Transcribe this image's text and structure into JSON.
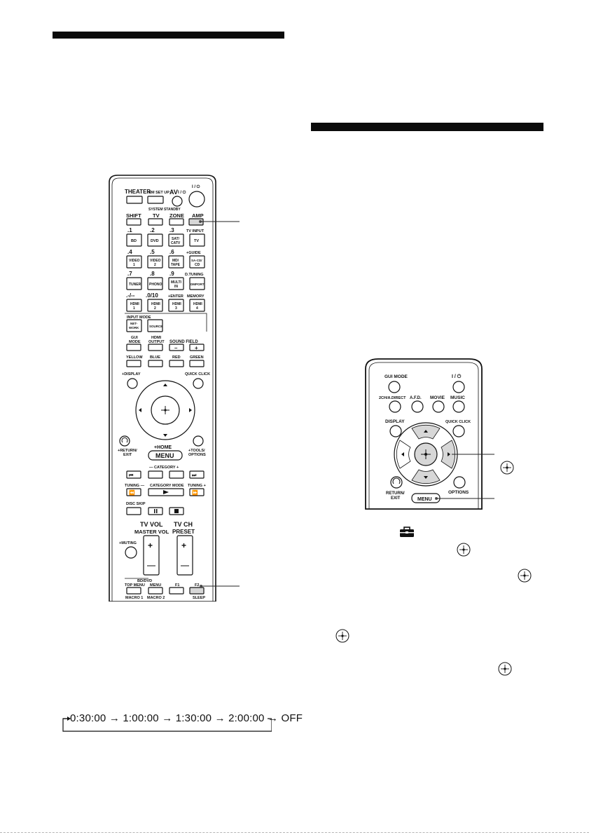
{
  "remote1": {
    "labels": {
      "theater": "THEATER",
      "rm_set_up": "RM SET UP",
      "av": "AV",
      "power_sym": "I / ⏻",
      "power_small": "I / ⏻",
      "system_standby": "SYSTEM STANDBY",
      "shift": "SHIFT",
      "tv": "TV",
      "zone": "ZONE",
      "amp": "AMP",
      "n1": ".1",
      "n2": ".2",
      "n3": ".3",
      "tv_input": "TV INPUT",
      "bd": "BD",
      "dvd": "DVD",
      "sat": "SAT/",
      "catv": "CATV",
      "tv_btn": "TV",
      "n4": ".4",
      "n5": ".5",
      "n6": ".6",
      "guide": "+GUIDE",
      "video": "VIDEO",
      "one": "1",
      "two": "2",
      "md": "MD/",
      "tape": "TAPE",
      "sacd": "SA-CD/",
      "cd": "CD",
      "n7": ".7",
      "n8": ".8",
      "n9": ".9",
      "dtuning": "D.TUNING",
      "tuner": "TUNER",
      "phono": "PHONO",
      "multi": "MULTI",
      "in": "IN",
      "dmport": "DMPORT",
      "dash": ".-/--",
      ".0/10": ".0/10",
      "enter": "+ENTER",
      "memory": "MEMORY",
      "hdmi": "HDMI",
      "three": "3",
      "four": "4",
      "input_mode": "INPUT MODE",
      "net": "NET-",
      "work": "WORK",
      "source": "SOURCE",
      "gui": "GUI",
      "mode": "MODE",
      "hdmi2": "HDMI",
      "output": "OUTPUT",
      "sound_field": "SOUND FIELD",
      "minus": "–",
      "plus": "+",
      "yellow": "YELLOW",
      "blue": "BLUE",
      "red": "RED",
      "green": "GREEN",
      "display": "+DISPLAY",
      "quick_click": "QUICK CLICK",
      "return": "+RETURN/",
      "exit": "EXIT",
      "home": "+HOME",
      "menu": "MENU",
      "tools": "+TOOLS/",
      "options": "OPTIONS",
      "category": "— CATEGORY +",
      "tuning_minus": "TUNING —",
      "category_mode": "CATEGORY MODE",
      "tuning_plus": "TUNING +",
      "disc_skip": "DISC SKIP",
      "tv_vol": "TV VOL",
      "master_vol": "MASTER VOL",
      "tv_ch": "TV CH",
      "preset": "PRESET",
      "muting": "+MUTING",
      "bd_dvd": "BD/DVD",
      "top_menu": "TOP MENU",
      "menu_small": "MENU",
      "f1": "F1",
      "f2": "F2",
      "macro1": "MACRO 1",
      "macro2": "MACRO 2",
      "sleep": "SLEEP"
    }
  },
  "remote2": {
    "labels": {
      "gui_mode": "GUI MODE",
      "power": "I / ⏻",
      "ch_direct": "2CH/A.DIRECT",
      "afd": "A.F.D.",
      "movie": "MOVIE",
      "music": "MUSIC",
      "display": "DISPLAY",
      "quick_click": "QUICK CLICK",
      "return": "RETURN/",
      "exit": "EXIT",
      "options": "OPTIONS",
      "menu": "MENU"
    }
  },
  "sleep_sequence": "0:30:00 → 1:00:00 → 1:30:00 → 2:00:00 → OFF",
  "icons": [
    "enter-icon",
    "toolbox-icon",
    "sequence-arrow-icon"
  ]
}
